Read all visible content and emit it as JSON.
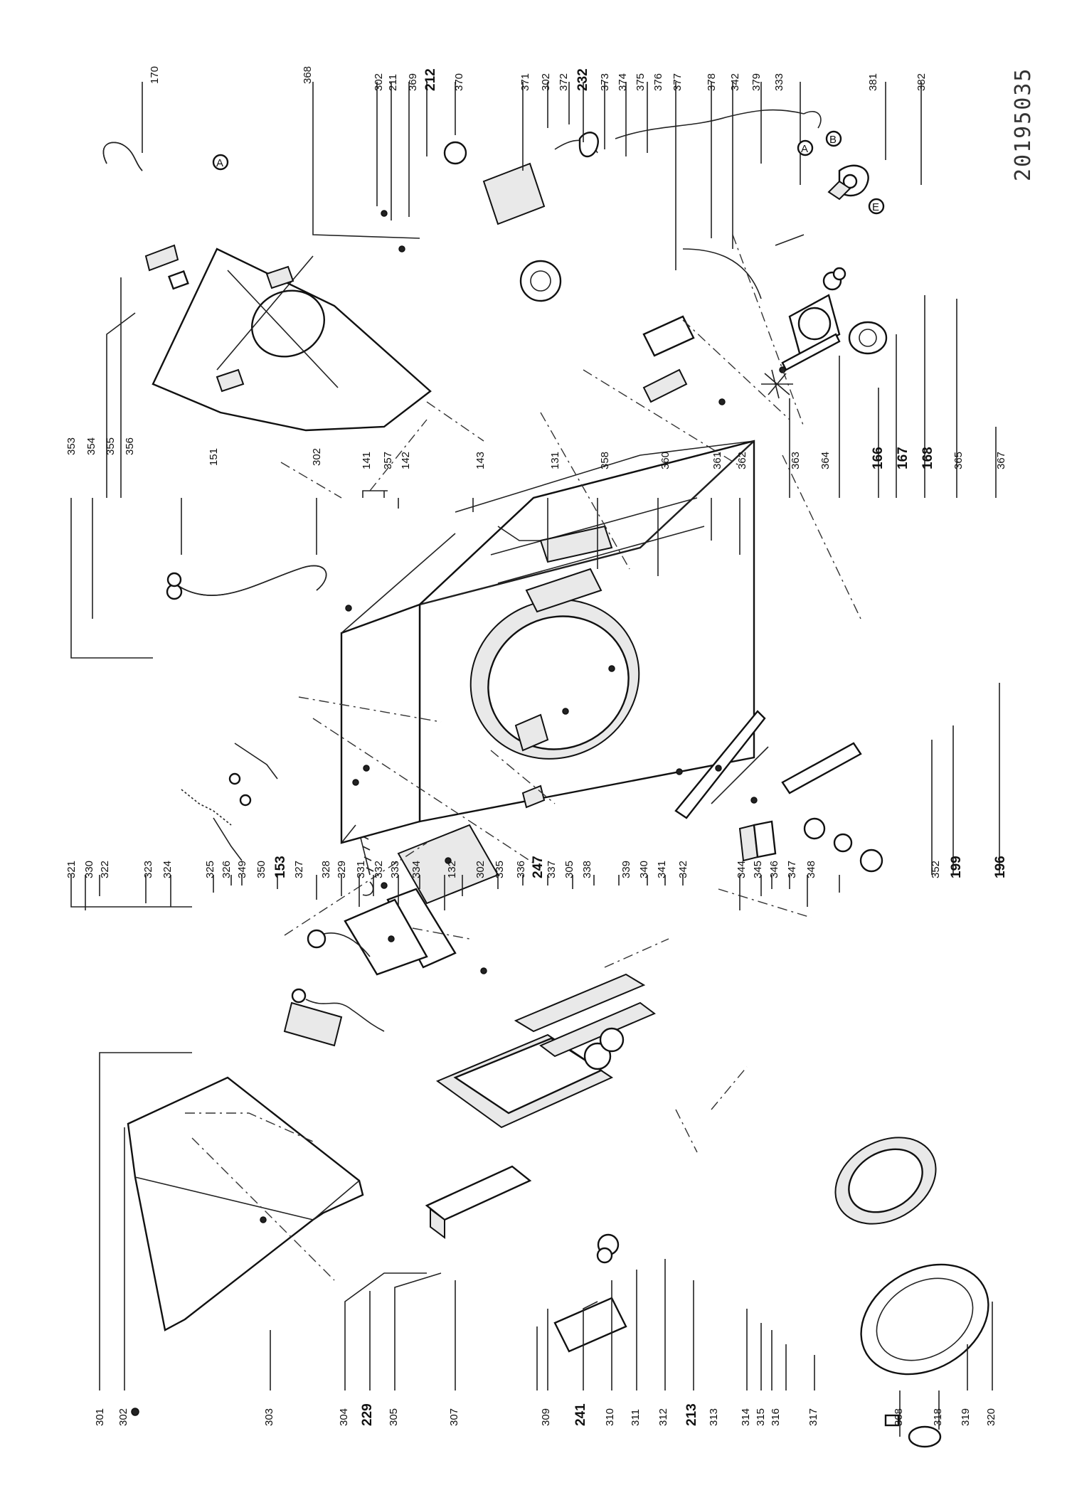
{
  "diagram_code": "20195035",
  "callouts": {
    "c301": "301",
    "c302a": "302",
    "c303": "303",
    "c304": "304",
    "c229": "229",
    "c305a": "305",
    "c307": "307",
    "c309": "309",
    "c241": "241",
    "c310": "310",
    "c311": "311",
    "c312": "312",
    "c213": "213",
    "c313": "313",
    "c314": "314",
    "c315": "315",
    "c316": "316",
    "c317": "317",
    "c308": "308",
    "c318": "318",
    "c319": "319",
    "c320": "320",
    "c321": "321",
    "c330": "330",
    "c322": "322",
    "c323": "323",
    "c324": "324",
    "c325": "325",
    "c326": "326",
    "c349": "349",
    "c350": "350",
    "c153": "153",
    "c327": "327",
    "c328": "328",
    "c329": "329",
    "c331": "331",
    "c332": "332",
    "c333a": "333",
    "c334": "334",
    "c132": "132",
    "c302b": "302",
    "c335": "335",
    "c336": "336",
    "c247": "247",
    "c337": "337",
    "c305b": "305",
    "c338": "338",
    "c339": "339",
    "c340": "340",
    "c341": "341",
    "c342a": "342",
    "c344": "344",
    "c345": "345",
    "c346": "346",
    "c347": "347",
    "c348": "348",
    "c352": "352",
    "c199": "199",
    "c196": "196",
    "c353": "353",
    "c354": "354",
    "c355": "355",
    "c356": "356",
    "c151": "151",
    "c302c": "302",
    "c141": "141",
    "c357": "357",
    "c142": "142",
    "c143": "143",
    "c131": "131",
    "c358": "358",
    "c360": "360",
    "c361": "361",
    "c362": "362",
    "c363": "363",
    "c364": "364",
    "c166": "166",
    "c167": "167",
    "c168": "168",
    "c365": "365",
    "c367": "367",
    "c170": "170",
    "c368": "368",
    "c302d": "302",
    "c211": "211",
    "c369": "369",
    "c212": "212",
    "c370": "370",
    "c371": "371",
    "c302e": "302",
    "c372": "372",
    "c232": "232",
    "c373": "373",
    "c374": "374",
    "c375": "375",
    "c376": "376",
    "c377": "377",
    "c378": "378",
    "c342b": "342",
    "c379": "379",
    "c333b": "333",
    "c381": "381",
    "c382": "382"
  },
  "connector_markers": {
    "a1": "A",
    "a2": "A",
    "b1": "B",
    "e1": "E"
  }
}
